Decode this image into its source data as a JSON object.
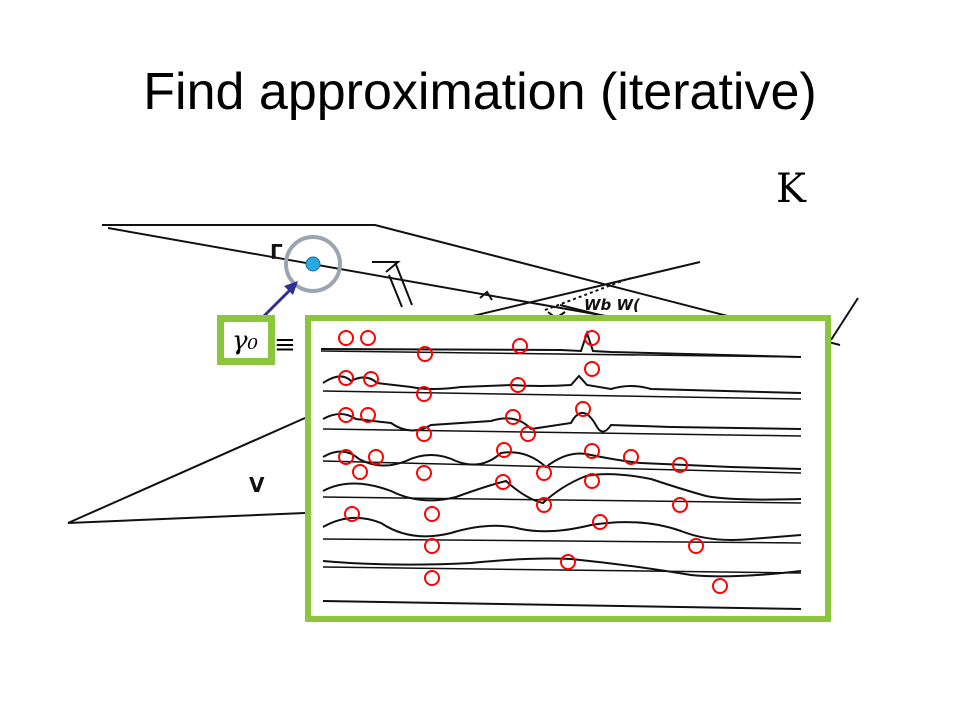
{
  "slide": {
    "title": "Find approximation (iterative)",
    "k_symbol": "K",
    "gamma_symbol": "γ₀",
    "equiv_symbol": "≡"
  },
  "sketch_labels": {
    "gamma": "Γ",
    "v": "V",
    "wave": "Wb W("
  },
  "colors": {
    "box_border": "#8cc63f",
    "marker_circle": "#ff0000",
    "point_fill": "#29a9e0",
    "arrow": "#2e3192",
    "circle_outline": "#9aa5b1"
  }
}
